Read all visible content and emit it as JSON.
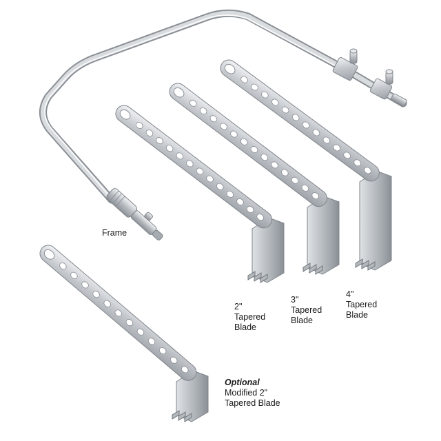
{
  "labels": {
    "frame": "Frame",
    "blade2": [
      "2\"",
      "Tapered",
      "Blade"
    ],
    "blade3": [
      "3\"",
      "Tapered",
      "Blade"
    ],
    "blade4": [
      "4\"",
      "Tapered",
      "Blade"
    ],
    "optional": "Optional",
    "modified": [
      "Modified 2\"",
      "Tapered Blade"
    ]
  },
  "colors": {
    "steel": "#c9ccd0",
    "steel_dark": "#8f949a",
    "steel_light": "#eef0f2",
    "hole": "#ffffff"
  },
  "blades": [
    {
      "id": "blade-2in",
      "holes": 13
    },
    {
      "id": "blade-3in",
      "holes": 13
    },
    {
      "id": "blade-4in",
      "holes": 13
    },
    {
      "id": "blade-modified-2in",
      "holes": 12
    }
  ]
}
